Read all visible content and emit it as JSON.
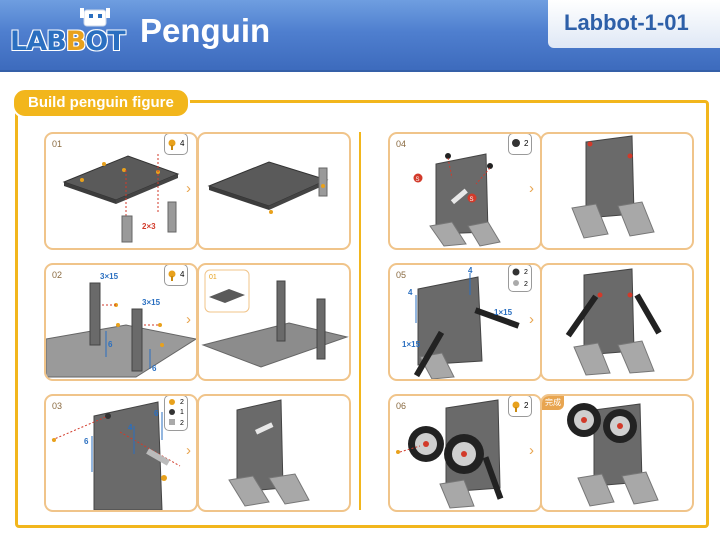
{
  "header": {
    "logo_text_a": "LAB",
    "logo_text_b": "B",
    "logo_text_c": "OT",
    "title": "Penguin",
    "code": "Labbot-1-01"
  },
  "section": {
    "title": "Build penguin figure"
  },
  "steps": {
    "s01": {
      "num": "01",
      "badge_count": "4",
      "callout": "2×3"
    },
    "s02": {
      "num": "02",
      "badge_count": "4",
      "callout_a": "3×15",
      "callout_b": "3×15",
      "callout_c": "6",
      "callout_d": "6",
      "inset_num": "01"
    },
    "s03": {
      "num": "03",
      "badge_a": "2",
      "badge_b": "1",
      "badge_c": "2",
      "callout_a": "6",
      "callout_b": "4",
      "callout_c": "6"
    },
    "s04": {
      "num": "04",
      "badge_count": "2",
      "marker": "S"
    },
    "s05": {
      "num": "05",
      "badge_a": "2",
      "badge_b": "2",
      "callout_a": "4",
      "callout_b": "4",
      "callout_c": "1×15",
      "callout_d": "1×15"
    },
    "s06": {
      "num": "06",
      "badge_count": "2",
      "done_label": "完成"
    }
  },
  "colors": {
    "accent": "#f2b61c",
    "header": "#4f7fcf",
    "panel_border": "#f0c48a",
    "plate": "#5a5a5a",
    "callout_blue": "#2a6fc0",
    "callout_red": "#d23a2a"
  }
}
